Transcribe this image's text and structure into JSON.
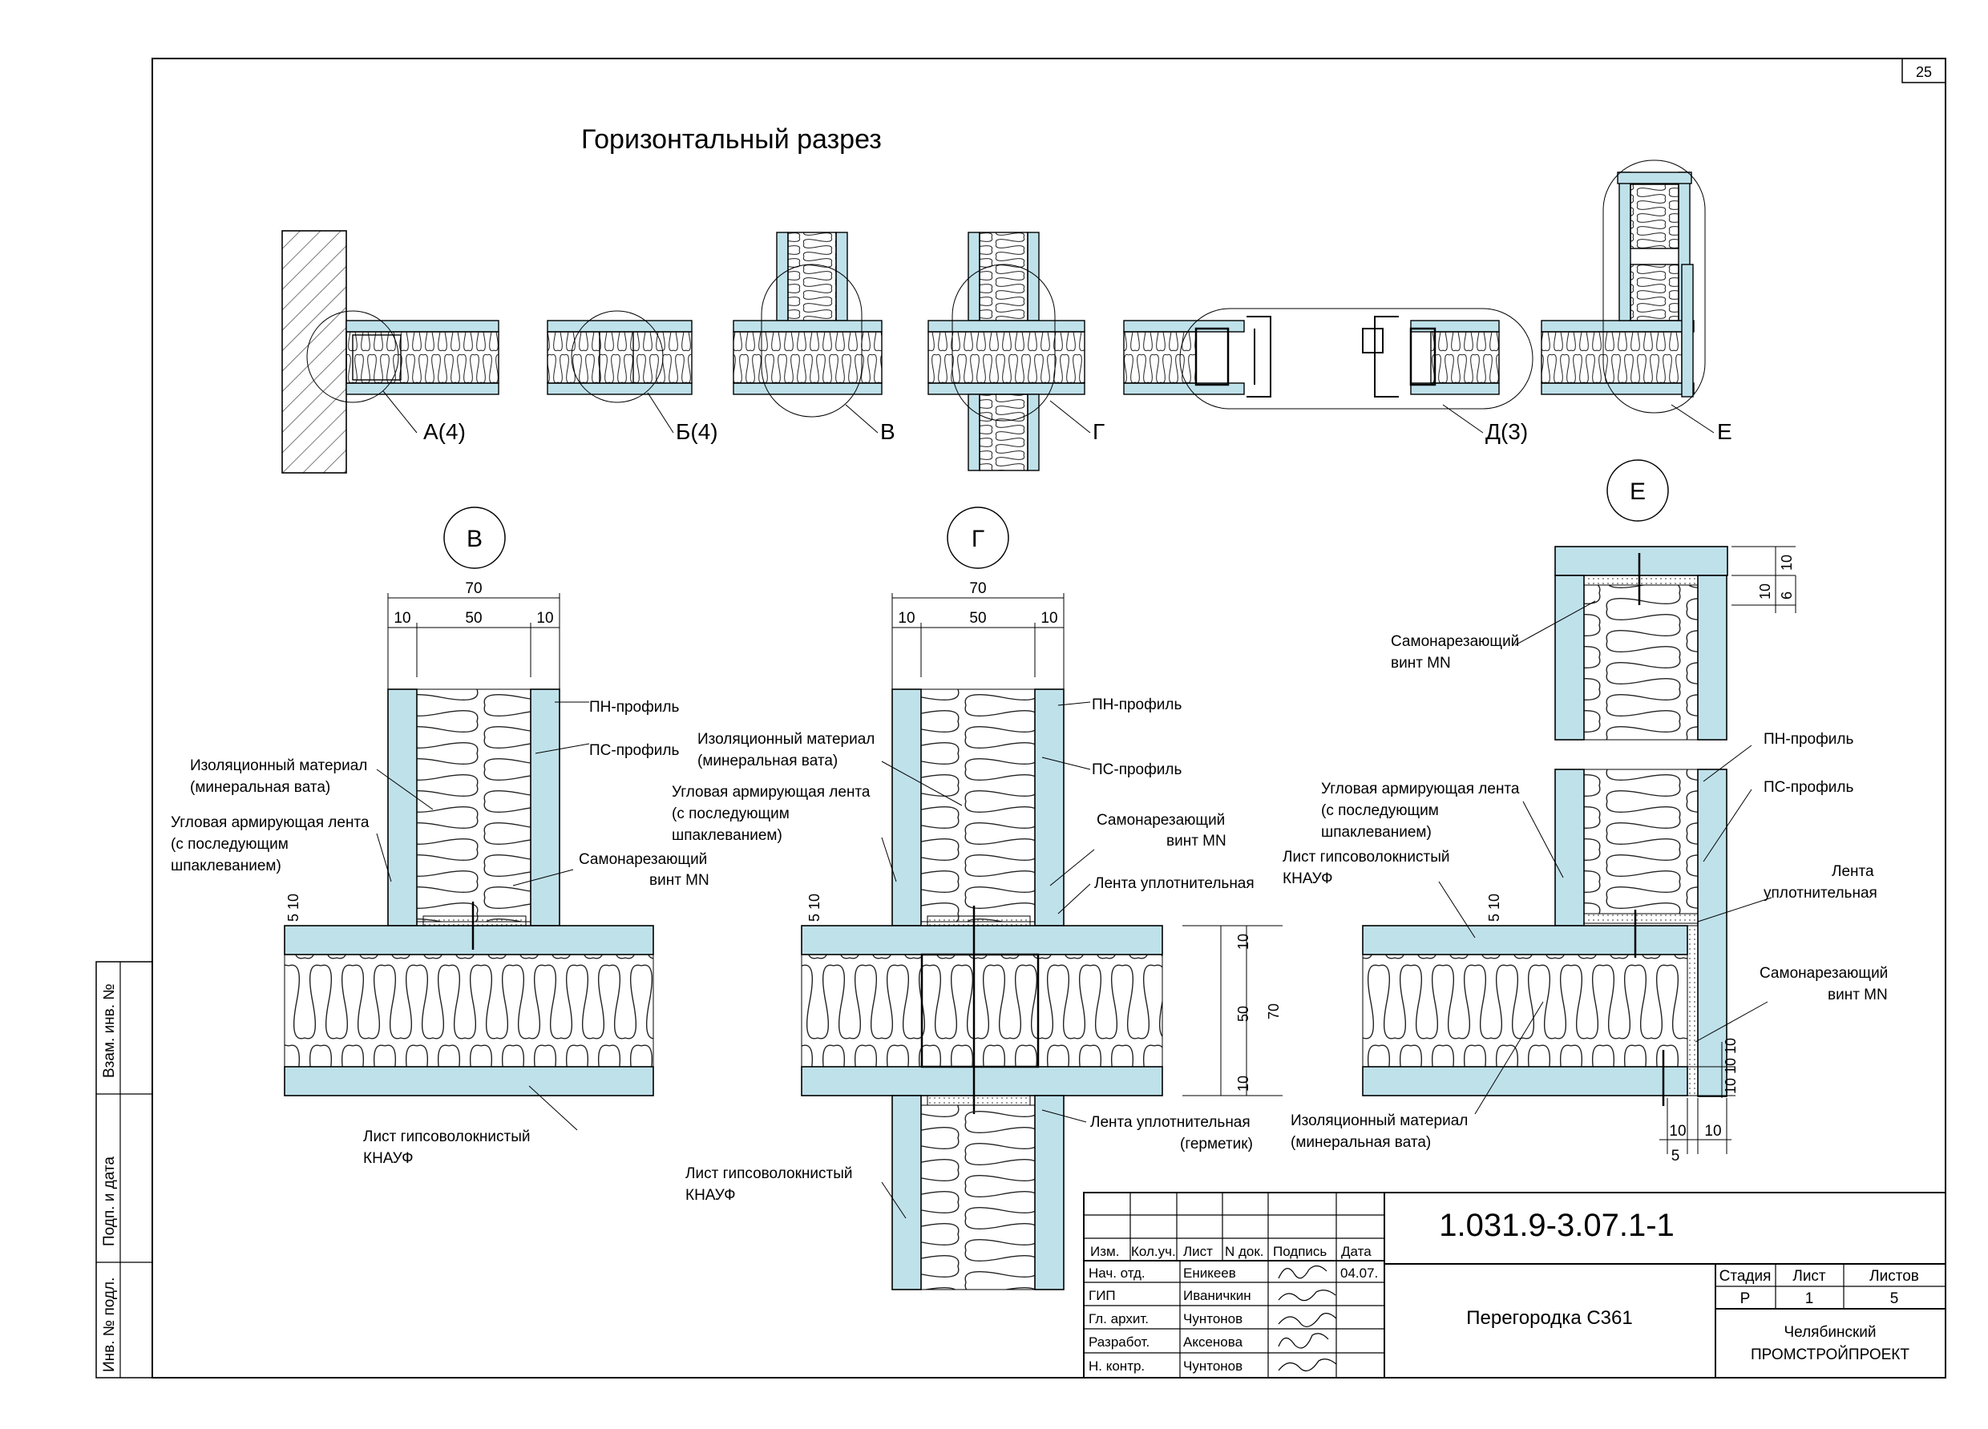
{
  "sheet_number": "25",
  "title": "Горизонтальный разрез",
  "overview_labels": [
    "А(4)",
    "Б(4)",
    "В",
    "Г",
    "Д(3)",
    "Е"
  ],
  "detail_v": {
    "letter": "В",
    "dim_total": "70",
    "dim_left": "10",
    "dim_mid": "50",
    "dim_right": "10",
    "dim_side": "5 10",
    "pn": "ПН-профиль",
    "ps": "ПС-профиль",
    "iso1": "Изоляционный материал",
    "iso2": "(минеральная вата)",
    "tape1": "Угловая армирующая лента",
    "tape2": "(с последующим",
    "tape3": "шпаклеванием)",
    "screw1": "Самонарезающий",
    "screw2": "винт MN",
    "sheet1": "Лист гипсоволокнистый",
    "sheet2": "КНАУФ"
  },
  "detail_g": {
    "letter": "Г",
    "dim_total": "70",
    "dim_left": "10",
    "dim_mid": "50",
    "dim_right": "10",
    "dim_side": "5 10",
    "vdim_10a": "10",
    "vdim_50": "50",
    "vdim_70": "70",
    "vdim_10b": "10",
    "pn": "ПН-профиль",
    "iso1": "Изоляционный материал",
    "iso2": "(минеральная вата)",
    "tape1": "Угловая армирующая лента",
    "tape2": "(с последующим",
    "tape3": "шпаклеванием)",
    "ps": "ПС-профиль",
    "screw1": "Самонарезающий",
    "screw2": "винт MN",
    "seal": "Лента уплотнительная",
    "seal2a": "Лента уплотнительная",
    "seal2b": "(герметик)",
    "sheet1": "Лист гипсоволокнистый",
    "sheet2": "КНАУФ"
  },
  "detail_e": {
    "letter": "Е",
    "dim_10a": "10",
    "dim_10b": "10",
    "dim_6": "6",
    "dim_side": "5 10",
    "dim_bot_10a": "10",
    "dim_bot_10b": "10",
    "dim_bot_5": "5",
    "vdim_10_10": "10 10",
    "vdim_10": "10",
    "screw_top1": "Самонарезающий",
    "screw_top2": "винт MN",
    "pn": "ПН-профиль",
    "ps": "ПС-профиль",
    "tape1": "Угловая армирующая лента",
    "tape2": "(с последующим",
    "tape3": "шпаклеванием)",
    "sheet1": "Лист гипсоволокнистый",
    "sheet2": "КНАУФ",
    "seal1": "Лента",
    "seal2": "уплотнительная",
    "screw1": "Самонарезающий",
    "screw2": "винт MN",
    "iso1": "Изоляционный материал",
    "iso2": "(минеральная вата)"
  },
  "side_stamp": [
    "Взам. инв. №",
    "Подп. и дата",
    "Инв. № подл."
  ],
  "title_block": {
    "code": "1.031.9-3.07.1-1",
    "name": "Перегородка С361",
    "headers": [
      "Изм.",
      "Кол.уч.",
      "Лист",
      "N док.",
      "Подпись",
      "Дата"
    ],
    "rows": [
      {
        "role": "Нач. отд.",
        "name": "Еникеев",
        "date": "04.07."
      },
      {
        "role": "ГИП",
        "name": "Иваничкин",
        "date": ""
      },
      {
        "role": "Гл. архит.",
        "name": "Чунтонов",
        "date": ""
      },
      {
        "role": "Разработ.",
        "name": "Аксенова",
        "date": ""
      },
      {
        "role": "Н. контр.",
        "name": "Чунтонов",
        "date": ""
      }
    ],
    "stage_headers": [
      "Стадия",
      "Лист",
      "Листов"
    ],
    "stage_values": [
      "Р",
      "1",
      "5"
    ],
    "org1": "Челябинский",
    "org2": "ПРОМСТРОЙПРОЕКТ"
  },
  "colors": {
    "board": "#bfe1ea",
    "line": "#000000",
    "hatch": "#555555"
  }
}
